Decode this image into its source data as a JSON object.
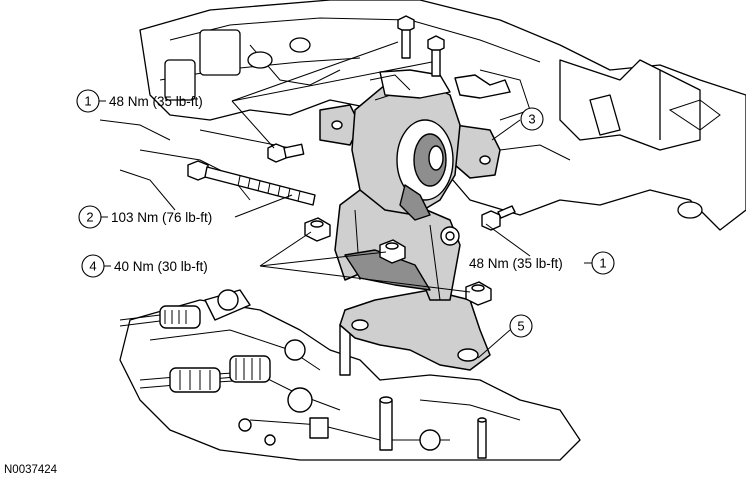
{
  "figure_id": "N0037424",
  "callouts": [
    {
      "number": "1",
      "text": "48 Nm (35 lb-ft)"
    },
    {
      "number": "2",
      "text": "103 Nm (76 lb-ft)"
    },
    {
      "number": "3",
      "text": ""
    },
    {
      "number": "4",
      "text": "40 Nm (30 lb-ft)"
    },
    {
      "number": "5",
      "text": ""
    },
    {
      "number": "1",
      "text": "48 Nm (35 lb-ft)"
    }
  ]
}
